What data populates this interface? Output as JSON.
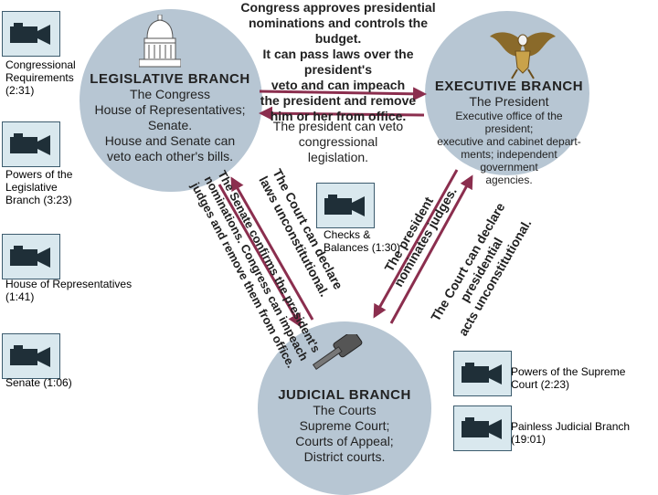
{
  "legislative": {
    "title": "LEGISLATIVE BRANCH",
    "line1": "The Congress",
    "line2": "House of Representatives;",
    "line3": "Senate.",
    "line4": "House and Senate can",
    "line5": "veto each other's bills."
  },
  "executive": {
    "title": "EXECUTIVE BRANCH",
    "line1": "The President",
    "line2": "Executive office of the president;",
    "line3": "executive and cabinet depart-",
    "line4": "ments; independent",
    "line5": "government",
    "line6": "agencies."
  },
  "judicial": {
    "title": "JUDICIAL BRANCH",
    "line1": "The Courts",
    "line2": "Supreme Court;",
    "line3": "Courts of Appeal;",
    "line4": "District courts."
  },
  "captions": {
    "congress_to_president": [
      "Congress approves presidential",
      "nominations and controls the budget.",
      "It can pass laws over the president's",
      "veto and can impeach",
      "the president and remove",
      "him or her from office."
    ],
    "president_to_congress": [
      "The president can veto",
      "congressional",
      "legislation."
    ],
    "senate_to_courts": [
      "The Senate confirms the president's",
      "nominations. Congress can impeach",
      "judges and remove them from office."
    ],
    "court_to_congress": [
      "The Court can declare",
      "laws unconstitutional."
    ],
    "president_to_courts": [
      "The president",
      "nominates judges."
    ],
    "court_to_president": [
      "The Court can declare",
      "presidential",
      "acts unconstitutional."
    ]
  },
  "videos": [
    {
      "label": "Congressional Requirements (2:31)"
    },
    {
      "label": "Powers of the Legislative Branch (3:23)"
    },
    {
      "label": "House of Representatives (1:41)"
    },
    {
      "label": "Senate (1:06)"
    },
    {
      "label": "Checks & Balances (1:30)"
    },
    {
      "label": "Powers of the Supreme Court (2:23)"
    },
    {
      "label": "Painless Judicial Branch (19:01)"
    }
  ],
  "colors": {
    "circle": "#b7c6d3",
    "arrow": "#8b2e4e",
    "video_bg": "#d9e8ee",
    "video_border": "#3d5c6e"
  }
}
